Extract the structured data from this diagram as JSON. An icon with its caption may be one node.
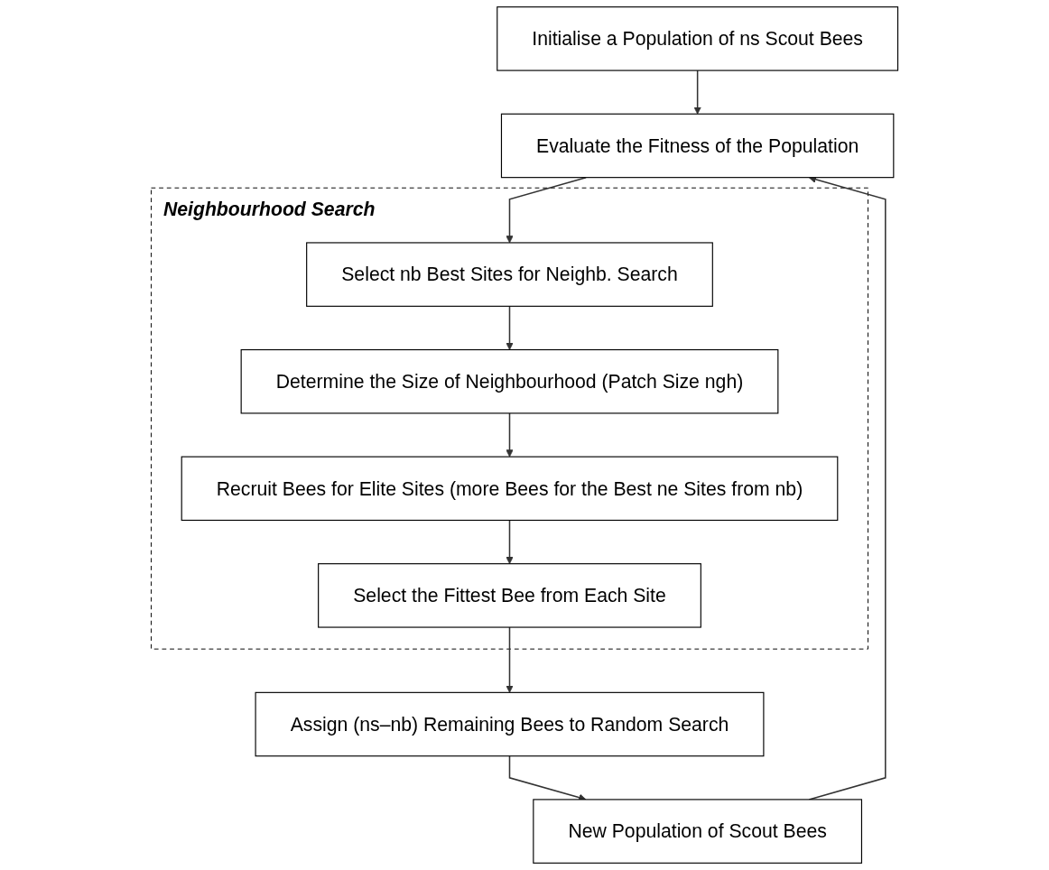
{
  "diagram": {
    "nodes": [
      {
        "text": [
          "Initialise a Population of ns Scout Bees"
        ]
      },
      {
        "text": [
          "Evaluate the Fitness of the Population"
        ]
      },
      {
        "text": [
          "Neighbourhood Search"
        ]
      },
      {
        "text": [
          "Select nb Best Sites for Neighb. Search"
        ],
        "in": 2
      },
      {
        "text": [
          "Determine the Size of Neighbourhood (Patch Size ngh)"
        ],
        "in": 2
      },
      {
        "text": [
          "Recruit Bees for Elite Sites (more Bees for the Best ne Sites from nb)"
        ],
        "in": 2
      },
      {
        "text": [
          "Select the Fittest Bee from Each Site"
        ],
        "in": 2
      },
      {
        "text": [
          "Assign (ns–nb) Remaining Bees to Random Search"
        ]
      },
      {
        "text": [
          "New Population of Scout Bees"
        ]
      }
    ],
    "edges": [
      {
        "from": 0,
        "to": 1,
        "arrow": "to"
      },
      {
        "from": 1,
        "to": 3,
        "arrow": "to"
      },
      {
        "from": 3,
        "to": 4,
        "arrow": "to"
      },
      {
        "from": 4,
        "to": 5,
        "arrow": "to"
      },
      {
        "from": 5,
        "to": 6,
        "arrow": "to"
      },
      {
        "from": 6,
        "to": 7,
        "arrow": "to"
      },
      {
        "from": 7,
        "to": 8,
        "arrow": "to"
      },
      {
        "from": 8,
        "to": 1,
        "arrow": "to"
      }
    ]
  }
}
